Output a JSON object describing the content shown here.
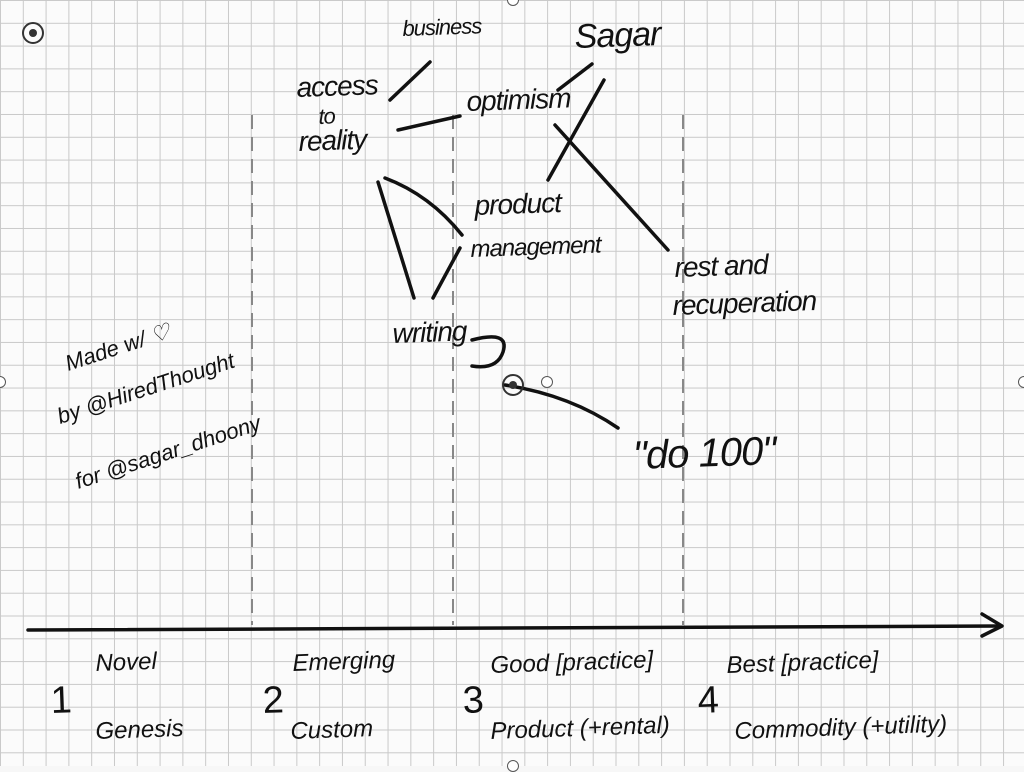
{
  "nodes": {
    "business": "business",
    "sagar": "Sagar",
    "access": "access",
    "to": "to",
    "reality": "reality",
    "optimism": "optimism",
    "product": "product",
    "management": "management",
    "rest": "rest and",
    "recuperation": "recuperation",
    "writing": "writing",
    "do100": "\"do 100\""
  },
  "credit": {
    "line1": "Made w/ ♡",
    "line2": "by @HiredThought",
    "line3": "for @sagar_dhoony"
  },
  "stages": [
    {
      "number": "1",
      "top": "Novel",
      "bottom": "Genesis"
    },
    {
      "number": "2",
      "top": "Emerging",
      "bottom": "Custom"
    },
    {
      "number": "3",
      "top": "Good [practice]",
      "bottom": "Product (+rental)"
    },
    {
      "number": "4",
      "top": "Best [practice]",
      "bottom": "Commodity (+utility)"
    }
  ],
  "colors": {
    "ink": "#111111",
    "grid": "#c9c9c9",
    "paper": "#fbfbfb"
  }
}
